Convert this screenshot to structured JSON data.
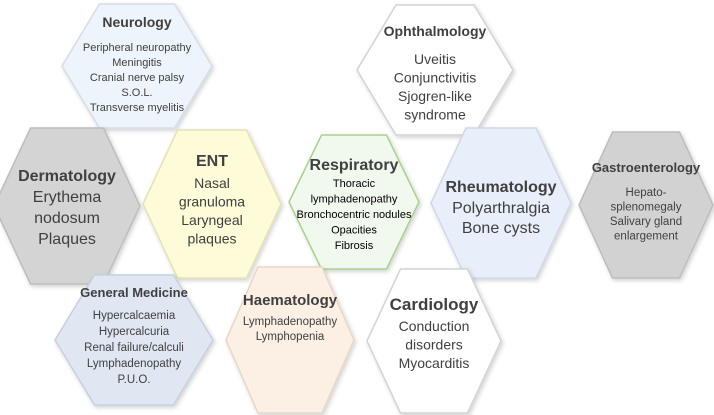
{
  "hexagons": [
    {
      "id": "neurology",
      "title": "Neurology",
      "items": [
        "Peripheral neuropathy",
        "Meningitis",
        "Cranial nerve palsy",
        "S.O.L.",
        "Transverse myelitis"
      ],
      "fill": "#eef4fb",
      "stroke": "#d6dde6"
    },
    {
      "id": "ophthalmology",
      "title": "Ophthalmology",
      "items": [
        "Uveitis",
        "Conjunctivitis",
        "Sjogren-like",
        "syndrome"
      ],
      "fill": "#ffffff",
      "stroke": "#d3d3d3"
    },
    {
      "id": "dermatology",
      "title": "Dermatology",
      "items": [
        "Erythema",
        "nodosum",
        "Plaques"
      ],
      "fill": "#d4d4d4",
      "stroke": "#bdbdbd"
    },
    {
      "id": "ent",
      "title": "ENT",
      "items": [
        "Nasal",
        "granuloma",
        "Laryngeal",
        "plaques"
      ],
      "fill": "#fdfbd8",
      "stroke": "#e4e2b8"
    },
    {
      "id": "respiratory",
      "title": "Respiratory",
      "items": [
        "Thoracic",
        "lymphadenopathy",
        "Bronchocentric nodules",
        "Opacities",
        "Fibrosis"
      ],
      "fill": "#f1f8ee",
      "stroke": "#a9d18e"
    },
    {
      "id": "rheumatology",
      "title": "Rheumatology",
      "items": [
        "Polyarthralgia",
        "Bone cysts"
      ],
      "fill": "#e9eefb",
      "stroke": "#cfd8ea"
    },
    {
      "id": "gastroenterology",
      "title": "Gastroenterology",
      "items": [
        "Hepato-",
        "splenomegaly",
        "Salivary gland",
        "enlargement"
      ],
      "fill": "#d2d2d2",
      "stroke": "#bdbdbd"
    },
    {
      "id": "general-medicine",
      "title": "General Medicine",
      "items": [
        "Hypercalcaemia",
        "Hypercalcuria",
        "Renal failure/calculi",
        "Lymphadenopathy",
        "P.U.O."
      ],
      "fill": "#e0e6f2",
      "stroke": "#c7cfdf"
    },
    {
      "id": "haematology",
      "title": "Haematology",
      "items": [
        "Lymphadenopathy",
        "Lymphopenia"
      ],
      "fill": "#fcefe3",
      "stroke": "#e8d7c6"
    },
    {
      "id": "cardiology",
      "title": "Cardiology",
      "items": [
        "Conduction",
        "disorders",
        "Myocarditis"
      ],
      "fill": "#ffffff",
      "stroke": "#d3d3d3"
    }
  ],
  "text_color": "#404040",
  "respiratory_text_color": "#000000"
}
